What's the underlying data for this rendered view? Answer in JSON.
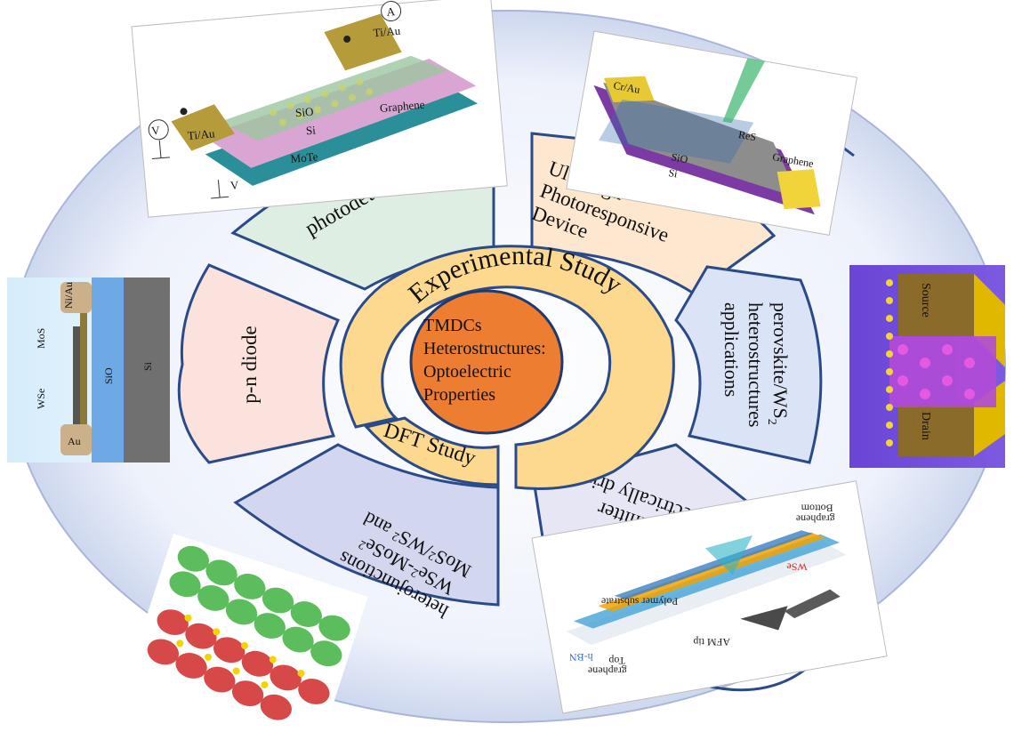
{
  "center": {
    "lines": [
      "TMDCs",
      "Heterostructures:",
      "Optoelectric",
      "Properties"
    ]
  },
  "ring": {
    "experimental": "Experimental Study",
    "dft": "DFT Study"
  },
  "segments": [
    {
      "id": "photodetectors",
      "lines": [
        "photodetectors"
      ],
      "color": "#dfeee2"
    },
    {
      "id": "ultrahigh",
      "lines": [
        "Ultrahigh",
        "Photoresponsive",
        "Device"
      ],
      "color": "#fde8cf"
    },
    {
      "id": "perovskite",
      "lines": [
        "perovskite/WS",
        "heterostructures",
        "applications"
      ],
      "color": "#dbe3f6"
    },
    {
      "id": "emitter",
      "lines": [
        "Electrically driven",
        "emitter"
      ],
      "color": "#e6e6f4"
    },
    {
      "id": "heterojunctions",
      "lines": [
        "MoS",
        "WSe",
        "heterojunctions"
      ],
      "color": "#d2d6ef"
    },
    {
      "id": "pn-diode",
      "lines": [
        "p-n diode"
      ],
      "color": "#fbe2dc"
    }
  ],
  "images": {
    "photodetector": {
      "labels": [
        "V",
        "Ti/Au",
        "Ti/Au",
        "A",
        "SiO",
        "Graphene",
        "Si",
        "MoTe",
        "V"
      ]
    },
    "ultrahigh": {
      "labels": [
        "Cr/Au",
        "ReS",
        "Graphene",
        "SiO",
        "Si"
      ]
    },
    "perovskite": {
      "labels": [
        "Source",
        "Drain"
      ]
    },
    "emitter": {
      "labels": [
        "Bottom",
        "graphene",
        "WSe",
        "Polymer substrate",
        "h-BN",
        "Top",
        "graphene",
        "AFM tip"
      ]
    },
    "pn": {
      "labels": [
        "Ni/Au",
        "MoS",
        "WSe",
        "SiO",
        "Si",
        "Au"
      ]
    }
  },
  "colors": {
    "center_fill": "#ed7d31",
    "ring_fill": "#fcd98e",
    "stroke": "#1f3a6e"
  }
}
